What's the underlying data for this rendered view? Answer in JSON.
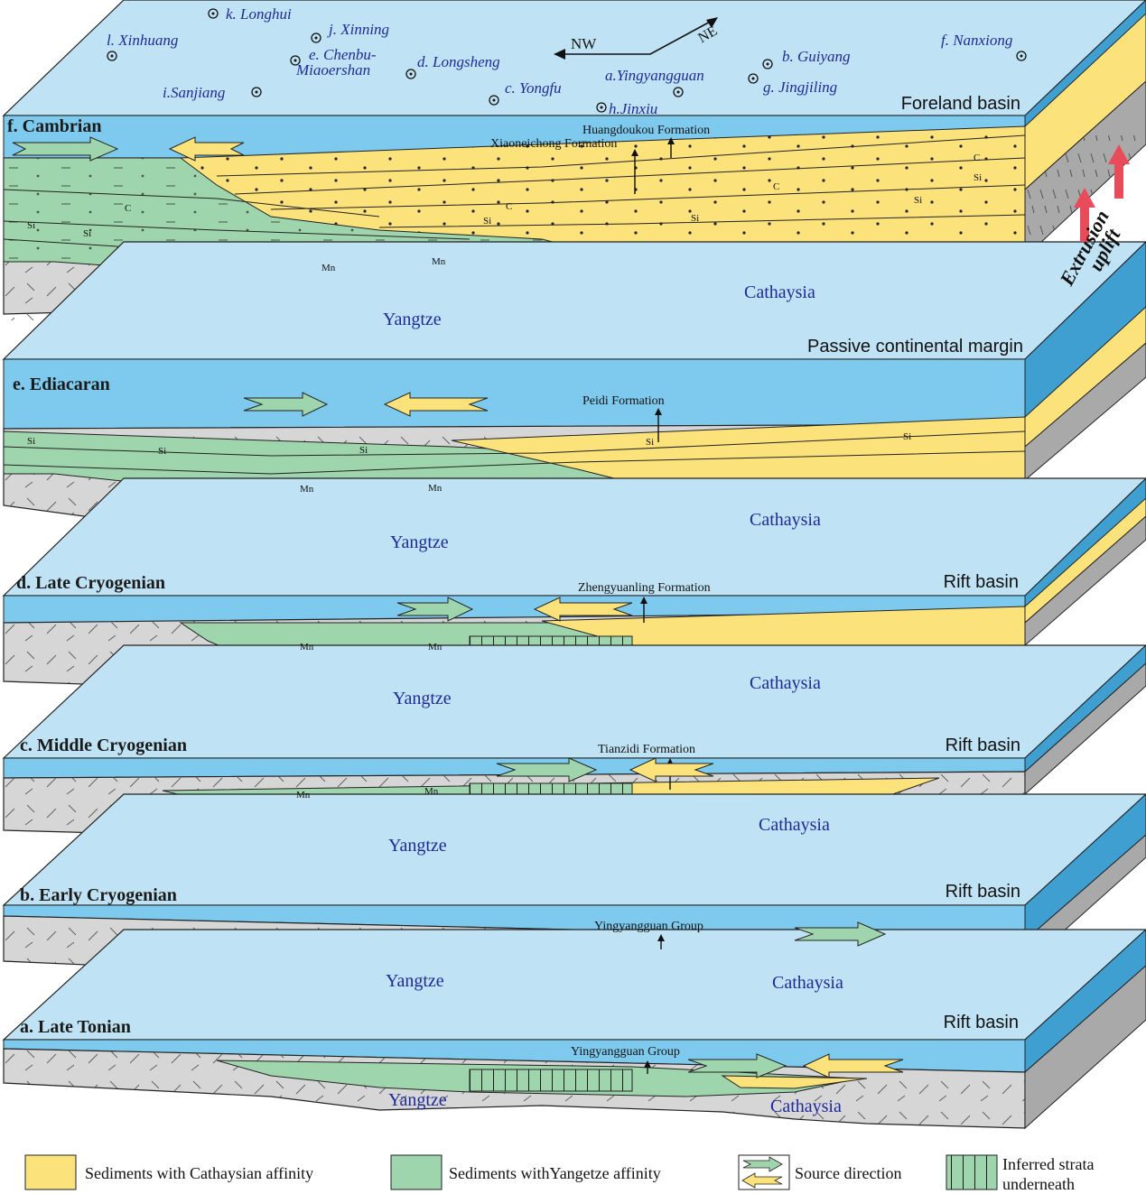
{
  "colors": {
    "sea_top": "#bfe3f4",
    "sea_front": "#7ecaee",
    "sea_side": "#3f9fd0",
    "basement": "#d6d6d6",
    "basement_side": "#a9a9a9",
    "cathaysian": "#fbe27a",
    "yangtze": "#9ed5ad",
    "site_text": "#1f2a9a",
    "uplift_arrow": "#e84c5a"
  },
  "map": {
    "sites": [
      {
        "label": "k. Longhui"
      },
      {
        "label": "l. Xinhuang"
      },
      {
        "label": "j. Xinning"
      },
      {
        "label": "e. Chenbu-"
      },
      {
        "label": "Miaoershan"
      },
      {
        "label": "d. Longsheng"
      },
      {
        "label": "i.Sanjiang"
      },
      {
        "label": "c. Yongfu"
      },
      {
        "label": "a.Yingyangguan"
      },
      {
        "label": "h.Jinxiu"
      },
      {
        "label": "b. Guiyang"
      },
      {
        "label": "g. Jingjiling"
      },
      {
        "label": "f. Nanxiong"
      }
    ],
    "compass": {
      "nw": "NW",
      "ne": "NE"
    }
  },
  "panels": [
    {
      "title": "f. Cambrian",
      "basin": "Foreland basin",
      "formation": "Huangdoukou Formation",
      "formation2": "Xiaoneichong Formation",
      "west": "Yangtze",
      "east": "Cathaysia"
    },
    {
      "title": "e. Ediacaran",
      "basin": "Passive continental margin",
      "formation": "Peidi Formation",
      "west": "Yangtze",
      "east": "Cathaysia"
    },
    {
      "title": "d. Late Cryogenian",
      "basin": "Rift basin",
      "formation": "Zhengyuanling Formation",
      "west": "Yangtze",
      "east": "Cathaysia"
    },
    {
      "title": "c. Middle Cryogenian",
      "basin": "Rift basin",
      "formation": "Tianzidi Formation",
      "west": "Yangtze",
      "east": "Cathaysia"
    },
    {
      "title": "b. Early Cryogenian",
      "basin": "Rift basin",
      "formation": "Yingyangguan Group",
      "west": "Yangtze",
      "east": "Cathaysia"
    },
    {
      "title": "a. Late Tonian",
      "basin": "Rift basin",
      "formation": "Yingyangguan  Group",
      "west": "Yangtze",
      "east": "Cathaysia"
    }
  ],
  "uplift": {
    "line1": "Extrusion",
    "line2": "uplift"
  },
  "lithology": {
    "si": "Si",
    "c": "C",
    "mn": "Mn"
  },
  "legend": {
    "cathaysian": "Sediments with Cathaysian affinity",
    "yangtze": "Sediments withYangetze affinity",
    "source": "Source direction",
    "inferred_1": "Inferred strata",
    "inferred_2": "underneath"
  }
}
